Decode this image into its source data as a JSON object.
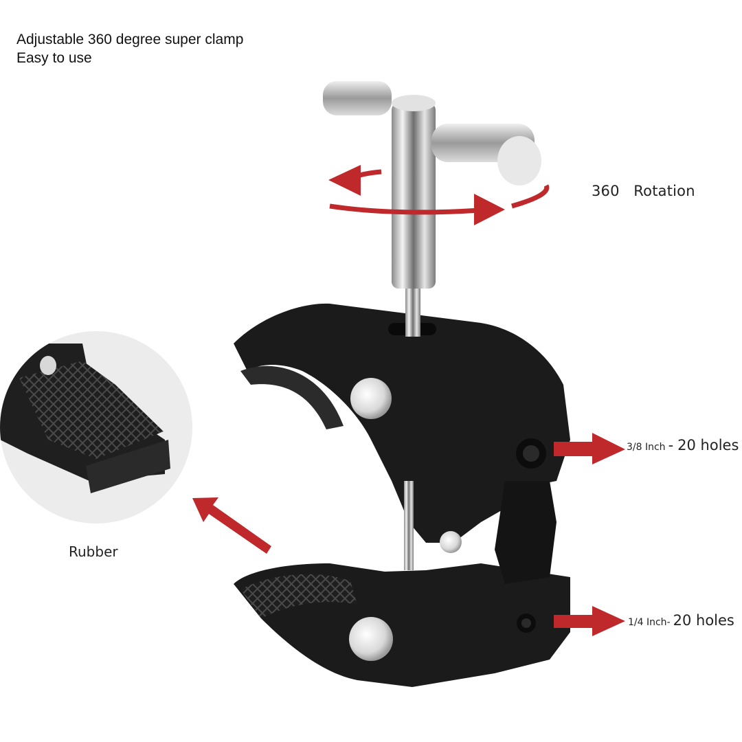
{
  "headline": {
    "line1": "Adjustable 360 degree super clamp",
    "line2": "Easy to use"
  },
  "callouts": {
    "rotation": "360   Rotation",
    "rubber": "Rubber",
    "hole_large": {
      "size": "3/8 Inch",
      "sep": "-",
      "count": "20 holes"
    },
    "hole_small": {
      "size": "1/4 Inch",
      "sep": "-",
      "count": "20 holes"
    }
  },
  "colors": {
    "arrow": "#c0292b",
    "clamp_body": "#1b1b1b",
    "chrome": "#c9c9c9",
    "inset_bg": "#ececed"
  }
}
